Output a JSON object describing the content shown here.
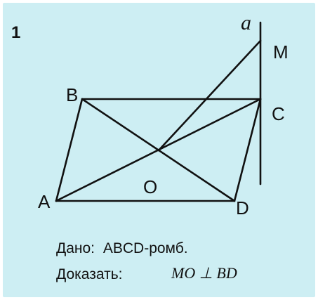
{
  "problem_number": "1",
  "points": {
    "A": "A",
    "B": "B",
    "C": "C",
    "D": "D",
    "O": "O",
    "M": "M"
  },
  "line_label": "a",
  "given": {
    "label": "Дано:",
    "text": "ABCD-ромб."
  },
  "prove": {
    "label": "Доказать:",
    "statement": "MO ⊥ BD"
  }
}
